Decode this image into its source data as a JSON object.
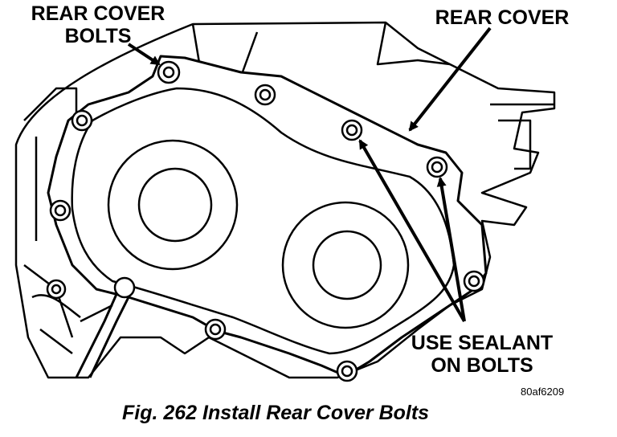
{
  "labels": {
    "rear_cover_bolts": [
      "REAR COVER",
      "BOLTS"
    ],
    "rear_cover": "REAR COVER",
    "use_sealant": [
      "USE SEALANT",
      "ON BOLTS"
    ]
  },
  "reference_code": "80af6209",
  "caption": "Fig. 262 Install Rear Cover Bolts"
}
